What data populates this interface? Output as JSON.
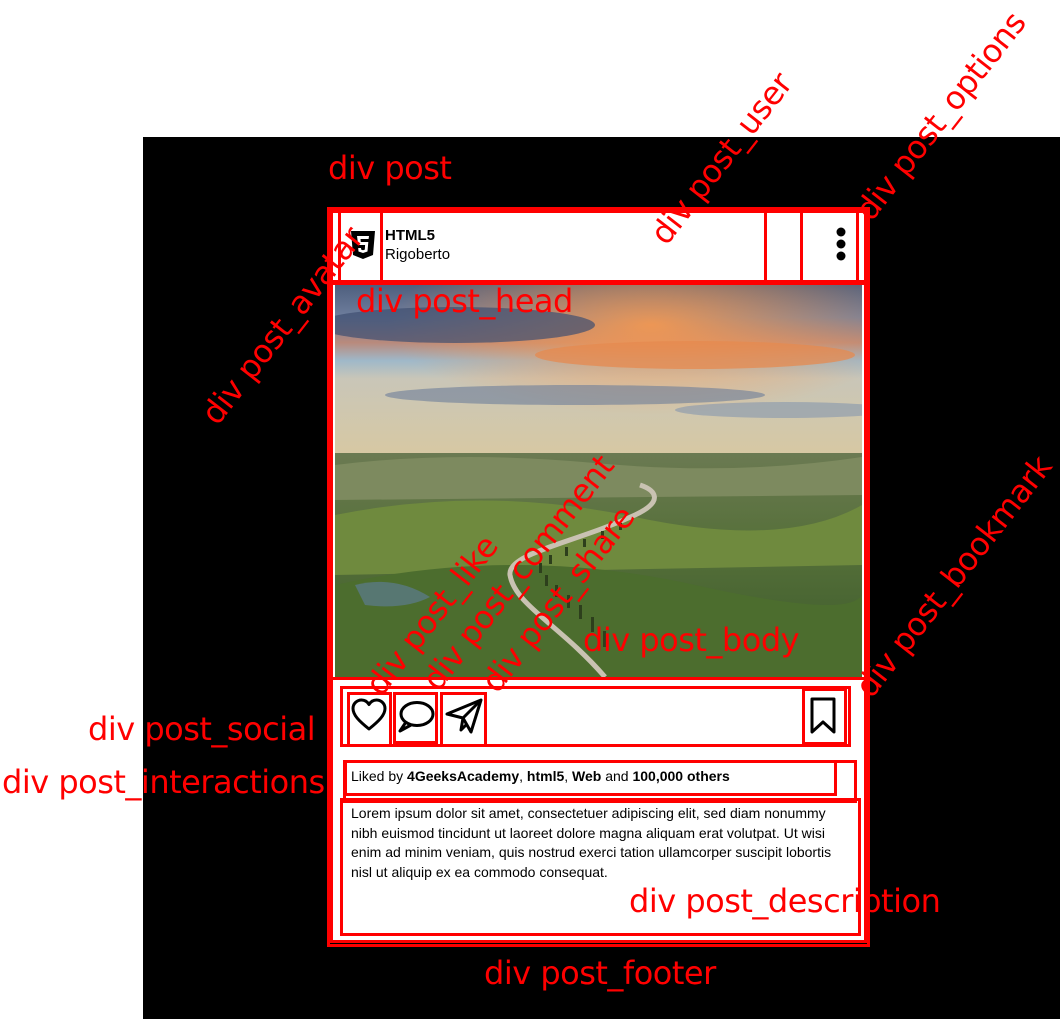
{
  "post": {
    "user": {
      "title": "HTML5",
      "name": "Rigoberto"
    },
    "interactions": {
      "prefix": "Liked by",
      "user1": "4GeeksAcademy",
      "user2": "html5",
      "user3": "Web",
      "and": "and",
      "others": "100,000 others"
    },
    "description": "Lorem ipsum dolor sit amet, consectetuer adipiscing elit, sed diam nonummy nibh euismod tincidunt ut laoreet dolore magna aliquam erat volutpat. Ut wisi enim ad minim veniam, quis nostrud exerci tation ullamcorper suscipit lobortis nisl ut aliquip ex ea commodo consequat."
  },
  "annotations": {
    "post": "div post",
    "user": "div post_user",
    "options": "div post_options",
    "avatar": "div post_avatar",
    "head": "div post_head",
    "comment": "div post_comment",
    "share": "div post_share",
    "like": "div post_like",
    "body": "div post_body",
    "bookmark": "div post_bookmark",
    "social": "div post_social",
    "interactions": "div post_interactions",
    "description": "div post_description",
    "footer": "div post_footer"
  },
  "icons": {
    "avatar": "html5-icon",
    "options": "vertical-dots-icon",
    "like": "heart-icon",
    "comment": "comment-icon",
    "share": "paper-plane-icon",
    "bookmark": "bookmark-icon"
  },
  "colors": {
    "annotation": "#ff0000",
    "background": "#000000",
    "card": "#ffffff"
  }
}
